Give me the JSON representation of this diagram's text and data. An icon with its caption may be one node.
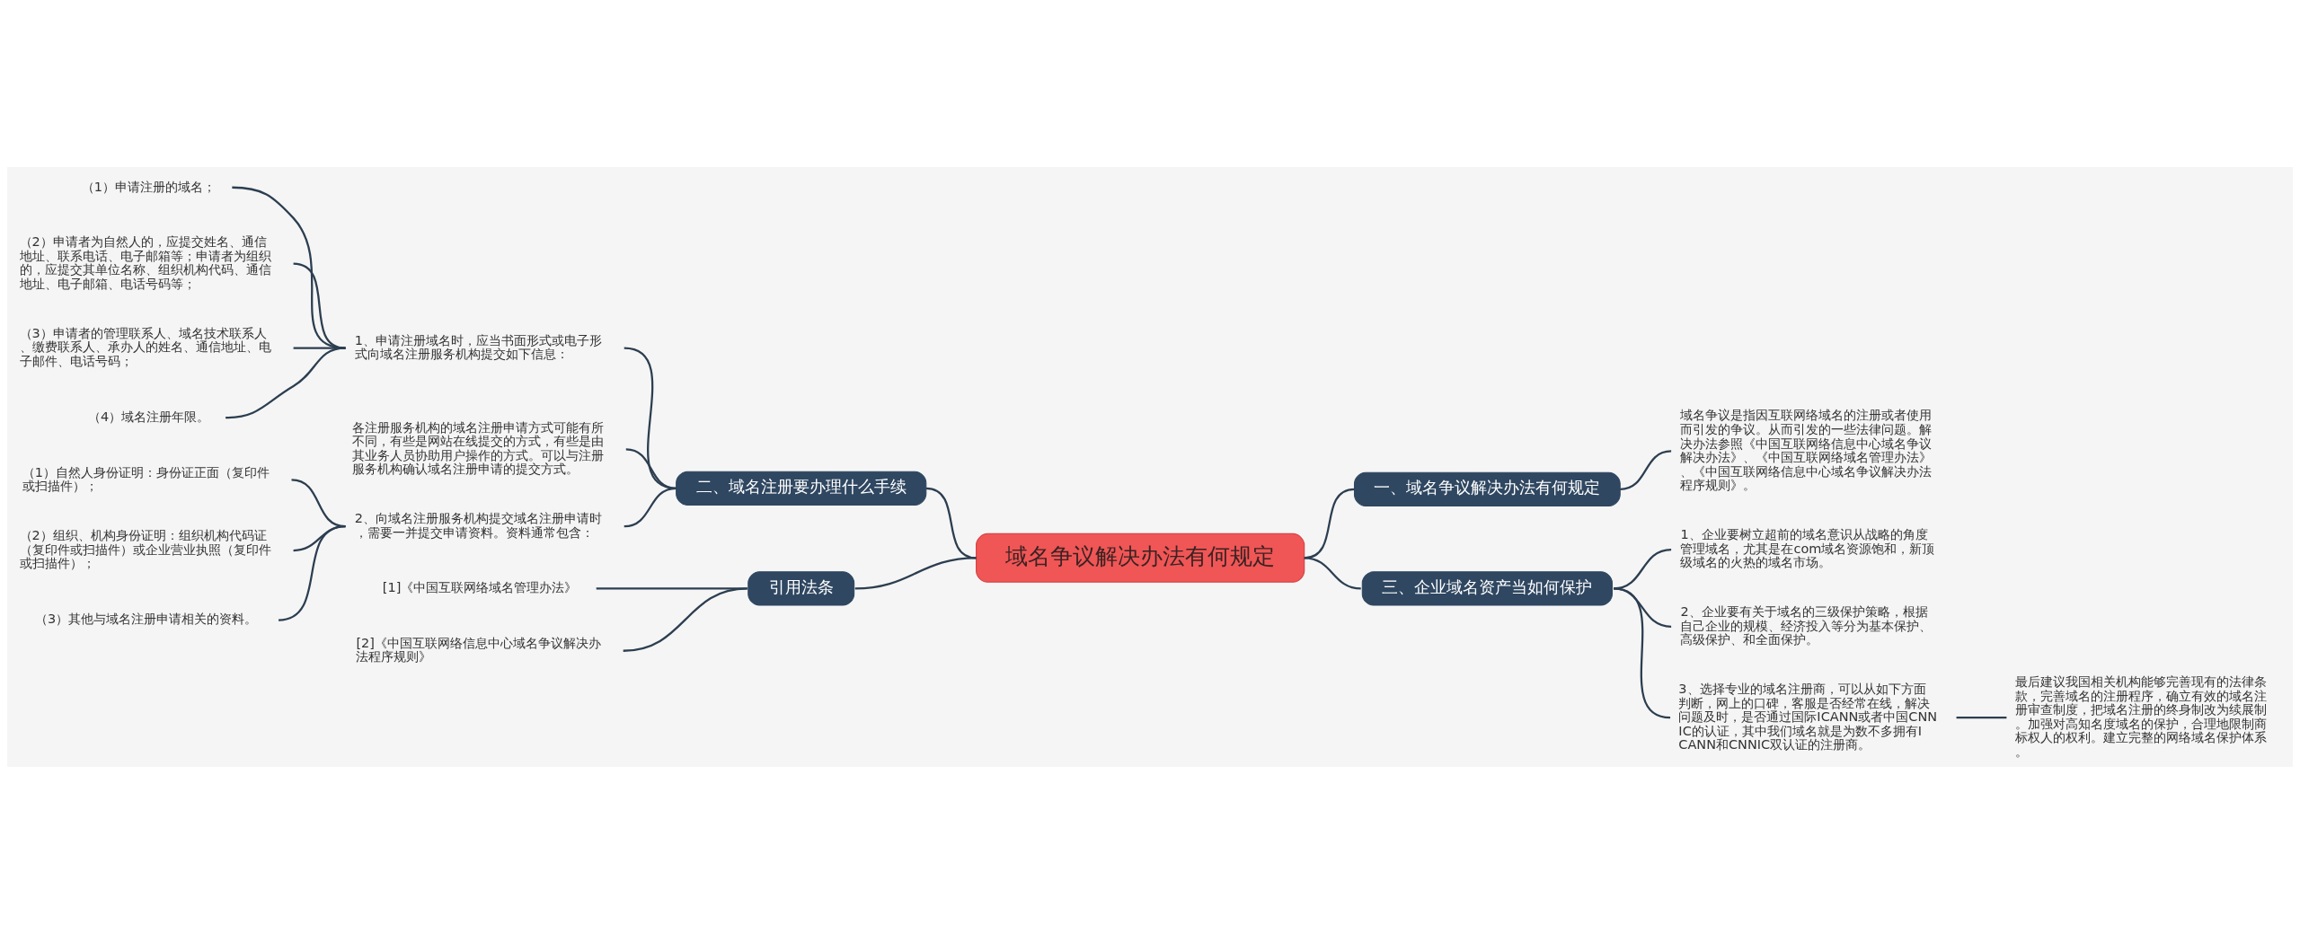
{
  "diagram": {
    "nodes": [
      {
        "text": [
          "域名争议解决办法有何规定"
        ]
      },
      {
        "text": [
          "一、域名争议解决办法有何规定"
        ]
      },
      {
        "text": [
          "域名争议是指因互联网络域名的注册或者使用而引发的争议。从而引发的一些法律问题。解决办法参照《中国互联网络信息中心域名争议解决办法》、《中国互联网络域名管理办法》、《中国互联网络信息中心域名争议解决办法程序规则》。"
        ]
      },
      {
        "text": [
          "二、域名注册要办理什么手续"
        ]
      },
      {
        "text": [
          "1、申请注册域名时，应当书面形式或电子形式向域名注册服务机构提交如下信息："
        ]
      },
      {
        "text": [
          "（1）申请注册的域名；"
        ]
      },
      {
        "text": [
          "（2）申请者为自然人的，应提交姓名、通信地址、联系电话、电子邮箱等；申请者为组织的，应提交其单位名称、组织机构代码、通信地址、电子邮箱、电话号码等；"
        ]
      },
      {
        "text": [
          "（3）申请者的管理联系人、域名技术联系人、缴费联系人、承办人的姓名、通信地址、电子邮件、电话号码；"
        ]
      },
      {
        "text": [
          "（4）域名注册年限。"
        ]
      },
      {
        "text": [
          "各注册服务机构的域名注册申请方式可能有所不同，有些是网站在线提交的方式，有些是由其业务人员协助用户操作的方式。可以与注册服务机构确认域名注册申请的提交方式。"
        ]
      },
      {
        "text": [
          "2、向域名注册服务机构提交域名注册申请时，需要一并提交申请资料。资料通常包含："
        ]
      },
      {
        "text": [
          "（1）自然人身份证明：身份证正面（复印件或扫描件）；"
        ]
      },
      {
        "text": [
          "（2）组织、机构身份证明：组织机构代码证（复印件或扫描件）或企业营业执照（复印件或扫描件）；"
        ]
      },
      {
        "text": [
          "（3）其他与域名注册申请相关的资料。"
        ]
      },
      {
        "text": [
          "三、企业域名资产当如何保护"
        ]
      },
      {
        "text": [
          "1、企业要树立超前的域名意识从战略的角度管理域名，尤其是在com域名资源饱和，新顶级域名的火热的域名市场。"
        ]
      },
      {
        "text": [
          "2、企业要有关于域名的三级保护策略，根据自己企业的规模、经济投入等分为基本保护、高级保护、和全面保护。"
        ]
      },
      {
        "text": [
          "3、选择专业的域名注册商，可以从如下方面判断，网上的口碑，客服是否经常在线，解决问题及时，是否通过国际ICANN或者中国CNNIC的认证，其中我们域名就是为数不多拥有ICANN和CNNIC双认证的注册商。"
        ]
      },
      {
        "text": [
          "最后建议我国相关机构能够完善现有的法律条款，完善域名的注册程序，确立有效的域名注册审查制度，把域名注册的终身制改为续展制。加强对高知名度域名的保护，合理地限制商标权人的权利。建立完整的网络域名保护体系。"
        ]
      },
      {
        "text": [
          "引用法条"
        ]
      },
      {
        "text": [
          "[1]《中国互联网络域名管理办法》"
        ]
      },
      {
        "text": [
          "[2]《中国互联网络信息中心域名争议解决办法程序规则》"
        ]
      }
    ],
    "edges": [
      {
        "from": 0,
        "to": 1,
        "arrow": "none"
      },
      {
        "from": 1,
        "to": 2,
        "arrow": "none"
      },
      {
        "from": 0,
        "to": 3,
        "arrow": "none"
      },
      {
        "from": 3,
        "to": 4,
        "arrow": "none"
      },
      {
        "from": 4,
        "to": 5,
        "arrow": "none"
      },
      {
        "from": 4,
        "to": 6,
        "arrow": "none"
      },
      {
        "from": 4,
        "to": 7,
        "arrow": "none"
      },
      {
        "from": 4,
        "to": 8,
        "arrow": "none"
      },
      {
        "from": 3,
        "to": 9,
        "arrow": "none"
      },
      {
        "from": 3,
        "to": 10,
        "arrow": "none"
      },
      {
        "from": 10,
        "to": 11,
        "arrow": "none"
      },
      {
        "from": 10,
        "to": 12,
        "arrow": "none"
      },
      {
        "from": 10,
        "to": 13,
        "arrow": "none"
      },
      {
        "from": 0,
        "to": 14,
        "arrow": "none"
      },
      {
        "from": 14,
        "to": 15,
        "arrow": "none"
      },
      {
        "from": 14,
        "to": 16,
        "arrow": "none"
      },
      {
        "from": 14,
        "to": 17,
        "arrow": "none"
      },
      {
        "from": 17,
        "to": 18,
        "arrow": "none"
      },
      {
        "from": 0,
        "to": 19,
        "arrow": "none"
      },
      {
        "from": 19,
        "to": 20,
        "arrow": "none"
      },
      {
        "from": 19,
        "to": 21,
        "arrow": "none"
      }
    ]
  }
}
